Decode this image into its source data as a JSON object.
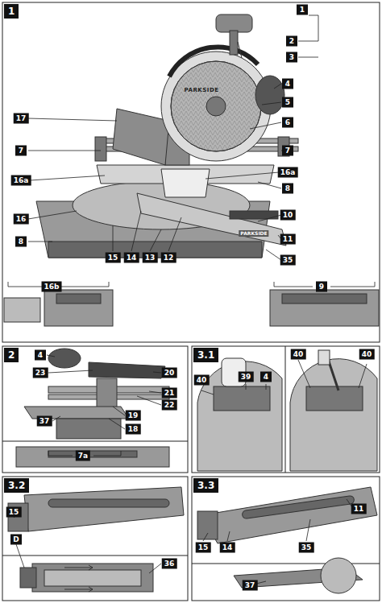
{
  "diagram": {
    "labels": [
      "1",
      "1",
      "2",
      "3",
      "4",
      "5",
      "6",
      "17",
      "7",
      "7",
      "16a",
      "16a",
      "8",
      "10",
      "16",
      "11",
      "8",
      "15",
      "14",
      "13",
      "12",
      "35",
      "16b",
      "9",
      "PARKSIDE",
      "PARKSIDE",
      "2",
      "4",
      "23",
      "20",
      "21",
      "22",
      "37",
      "19",
      "18",
      "7a",
      "3.1",
      "39",
      "4",
      "40",
      "40",
      "40",
      "3.2",
      "15",
      "D",
      "36",
      "3.3",
      "11",
      "15",
      "14",
      "35",
      "37"
    ]
  }
}
